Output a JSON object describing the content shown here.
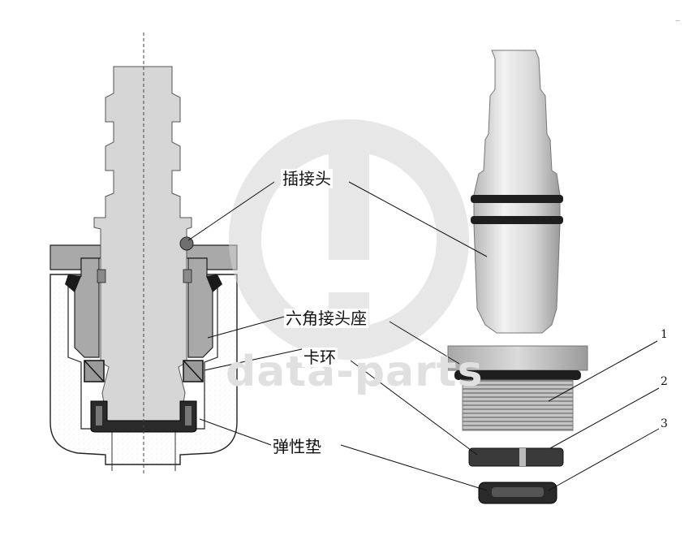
{
  "labels": {
    "plug_connector": "插接头",
    "hex_connector_seat": "六角接头座",
    "snap_ring": "卡环",
    "elastic_pad": "弹性垫"
  },
  "part_numbers": [
    "1",
    "2",
    "3"
  ],
  "watermark": {
    "text": "data-parts",
    "color": "#e0e0e0"
  }
}
